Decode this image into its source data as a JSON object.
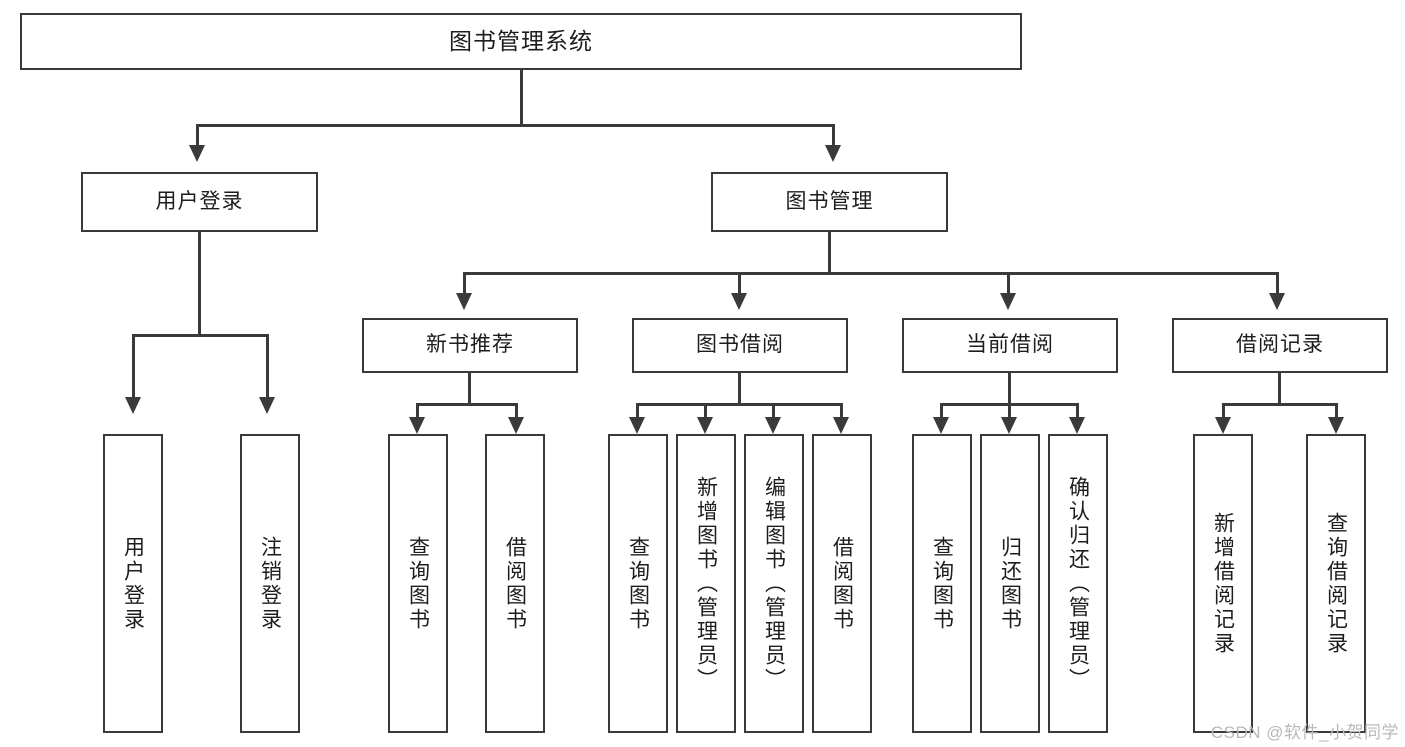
{
  "diagram": {
    "title": "图书管理系统",
    "type": "hierarchy-tree",
    "levels": 3,
    "root": {
      "id": "root",
      "label": "图书管理系统"
    },
    "level2": [
      {
        "id": "user-login",
        "label": "用户登录"
      },
      {
        "id": "book-management",
        "label": "图书管理"
      }
    ],
    "level3": [
      {
        "id": "new-book-recommend",
        "label": "新书推荐",
        "parent": "book-management"
      },
      {
        "id": "book-borrow",
        "label": "图书借阅",
        "parent": "book-management"
      },
      {
        "id": "current-borrow",
        "label": "当前借阅",
        "parent": "book-management"
      },
      {
        "id": "borrow-record",
        "label": "借阅记录",
        "parent": "book-management"
      }
    ],
    "leaves": {
      "user-login": [
        {
          "id": "leaf-user-login",
          "label": "用户登录"
        },
        {
          "id": "leaf-user-logout",
          "label": "注销登录"
        }
      ],
      "new-book-recommend": [
        {
          "id": "leaf-query-book-1",
          "label": "查询图书"
        },
        {
          "id": "leaf-borrow-book-1",
          "label": "借阅图书"
        }
      ],
      "book-borrow": [
        {
          "id": "leaf-query-book-2",
          "label": "查询图书"
        },
        {
          "id": "leaf-add-book",
          "label": "新增图书（管理员）"
        },
        {
          "id": "leaf-edit-book",
          "label": "编辑图书（管理员）"
        },
        {
          "id": "leaf-borrow-book-2",
          "label": "借阅图书"
        }
      ],
      "current-borrow": [
        {
          "id": "leaf-query-book-3",
          "label": "查询图书"
        },
        {
          "id": "leaf-return-book",
          "label": "归还图书"
        },
        {
          "id": "leaf-confirm-return",
          "label": "确认归还（管理员）"
        }
      ],
      "borrow-record": [
        {
          "id": "leaf-add-record",
          "label": "新增借阅记录"
        },
        {
          "id": "leaf-query-record",
          "label": "查询借阅记录"
        }
      ]
    }
  },
  "watermark": {
    "text": "CSDN @软件_小贺同学"
  },
  "colors": {
    "stroke": "#3a3a3a",
    "text": "#1d1d1d",
    "background": "#ffffff",
    "watermark": "#b9b9b9"
  }
}
